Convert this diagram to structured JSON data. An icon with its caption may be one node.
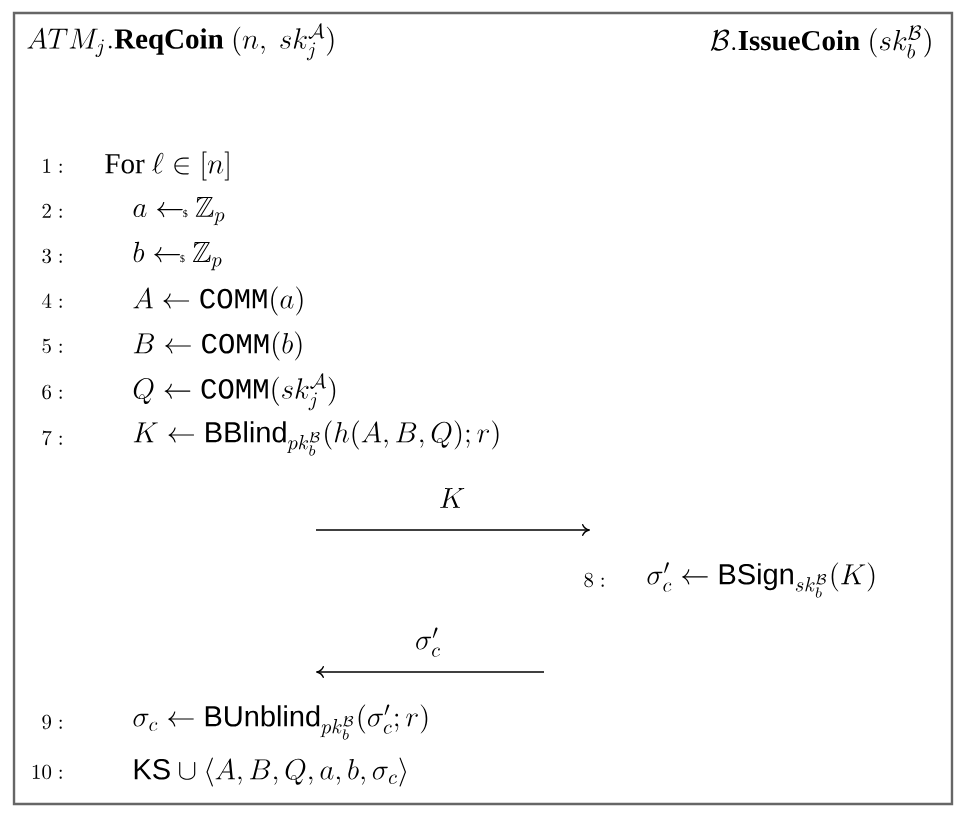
{
  "diagram": {
    "labels": [
      "ATM_j.\\textbf{\\textsc{ReqCoin}}\\ (n,\\ sk_j^{\\mathcal{A}})",
      "\\mathcal{B}.\\textbf{\\textsc{IssueCoin}}\\ (sk_b^{\\mathcal{B}})",
      "1:",
      "\\text{For}\\ \\ell \\in [n]",
      "2:",
      "a \\leftarrow\\!\\!\\mbox{\\tiny\\$}\\ \\mathbb{Z}_p",
      "3:",
      "b \\leftarrow\\!\\!\\mbox{\\tiny\\$}\\ \\mathbb{Z}_p",
      "4:",
      "A \\leftarrow \\mathtt{COMM}(a)",
      "5:",
      "B \\leftarrow \\mathtt{COMM}(b)",
      "6:",
      "Q \\leftarrow \\mathtt{COMM}(sk_j^{\\mathcal{A}})",
      "7:",
      "K \\leftarrow \\mathsf{BBlind}_{pk_b^{\\mathcal{B}}}(h(A,B,Q);r)",
      "K",
      "8:",
      "\\sigma_c' \\leftarrow \\mathsf{BSign}_{sk_b^{\\mathcal{B}}}(K)",
      "\\sigma_c'",
      "9:",
      "\\sigma_c \\leftarrow \\mathsf{BUnblind}_{pk_b^{\\mathcal{B}}}(\\sigma_c';r)",
      "10:",
      "\\mathsf{KS} \\cup \\langle A,B,Q,a,b,\\sigma_c \\rangle"
    ]
  }
}
